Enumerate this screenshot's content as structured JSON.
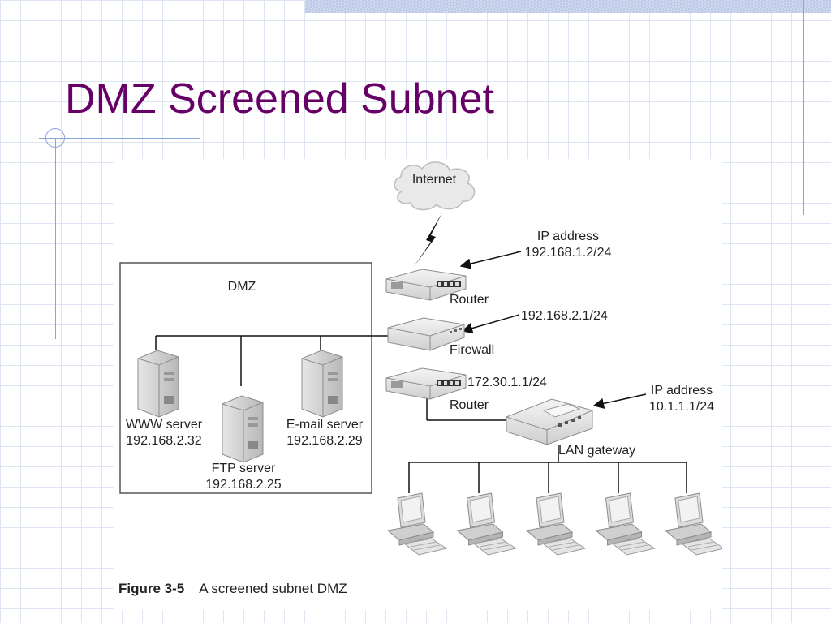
{
  "slide": {
    "title": "DMZ Screened Subnet"
  },
  "diagram": {
    "internet_label": "Internet",
    "dmz_label": "DMZ",
    "router1": {
      "name": "Router",
      "ip_heading": "IP address",
      "ip": "192.168.1.2/24"
    },
    "firewall": {
      "name": "Firewall",
      "ip": "192.168.2.1/24"
    },
    "router2": {
      "name": "Router",
      "ip": "172.30.1.1/24"
    },
    "lan_gateway": {
      "name": "LAN gateway",
      "ip_heading": "IP address",
      "ip": "10.1.1.1/24"
    },
    "servers": [
      {
        "name": "WWW server",
        "ip": "192.168.2.32"
      },
      {
        "name": "FTP server",
        "ip": "192.168.2.25"
      },
      {
        "name": "E-mail server",
        "ip": "192.168.2.29"
      }
    ],
    "workstation_count": 5,
    "colors": {
      "title": "#660066",
      "grid": "#dfe6f3",
      "accent_line": "#8aa4d8"
    }
  },
  "caption": {
    "figure_number": "Figure 3-5",
    "text": "A screened subnet DMZ"
  }
}
